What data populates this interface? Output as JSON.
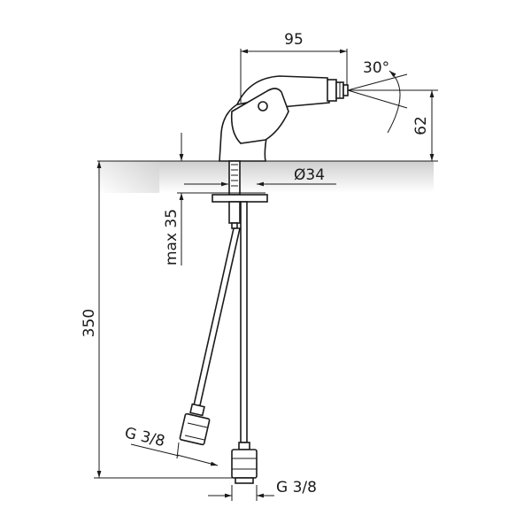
{
  "dimensions": {
    "width_95": "95",
    "angle_30": "30°",
    "height_62": "62",
    "diameter_34": "Ø34",
    "max_35": "max 35",
    "length_350": "350",
    "thread_left": "G 3/8",
    "thread_right": "G 3/8"
  },
  "colors": {
    "line": "#1a1a1a",
    "counter_shade": "#d9d9d9",
    "background": "#ffffff"
  }
}
